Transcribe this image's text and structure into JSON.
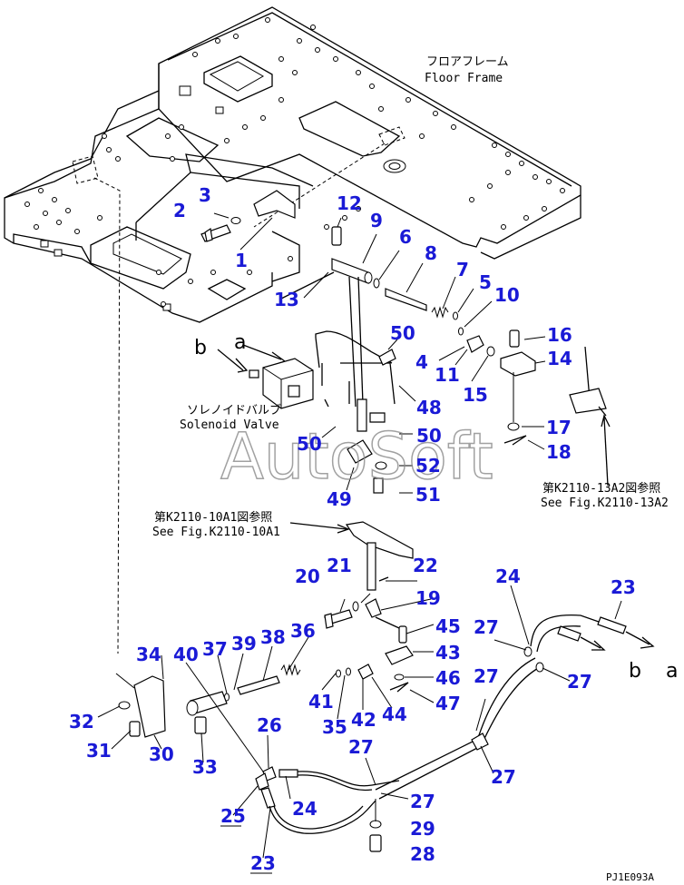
{
  "labels": {
    "floor_frame_jp": "フロアフレーム",
    "floor_frame_en": "Floor Frame",
    "solenoid_jp": "ソレノイドバルブ",
    "solenoid_en": "Solenoid Valve",
    "ref1_jp": "第K2110-10A1図参照",
    "ref1_en": "See Fig.K2110-10A1",
    "ref2_jp": "第K2110-13A2図参照",
    "ref2_en": "See Fig.K2110-13A2",
    "watermark": "AutoSoft",
    "drawing_code": "PJ1E093A",
    "a": "a",
    "b": "b"
  },
  "callouts": {
    "n1": "1",
    "n2": "2",
    "n3": "3",
    "n4": "4",
    "n5": "5",
    "n6": "6",
    "n7": "7",
    "n8": "8",
    "n9": "9",
    "n10": "10",
    "n11": "11",
    "n12": "12",
    "n13": "13",
    "n14": "14",
    "n15": "15",
    "n16": "16",
    "n17": "17",
    "n18": "18",
    "n19": "19",
    "n20": "20",
    "n21": "21",
    "n22": "22",
    "n23": "23",
    "n24": "24",
    "n25": "25",
    "n26": "26",
    "n27": "27",
    "n28": "28",
    "n29": "29",
    "n30": "30",
    "n31": "31",
    "n32": "32",
    "n33": "33",
    "n34": "34",
    "n35": "35",
    "n36": "36",
    "n37": "37",
    "n38": "38",
    "n39": "39",
    "n40": "40",
    "n41": "41",
    "n42": "42",
    "n43": "43",
    "n44": "44",
    "n45": "45",
    "n46": "46",
    "n47": "47",
    "n48": "48",
    "n49": "49",
    "n50": "50",
    "n51": "51",
    "n52": "52"
  },
  "colors": {
    "callout": "#1a1ad6",
    "line": "#000000",
    "watermark": "#8a8a8a"
  }
}
